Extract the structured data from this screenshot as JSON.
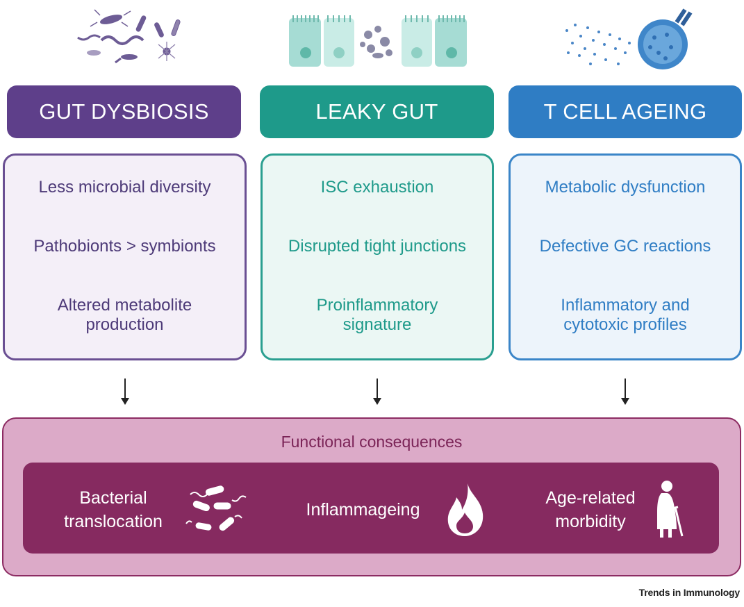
{
  "columns": [
    {
      "title": "GUT DYSBIOSIS",
      "items": [
        "Less microbial diversity",
        "Pathobionts > symbionts",
        "Altered metabolite production"
      ]
    },
    {
      "title": "LEAKY GUT",
      "items": [
        "ISC exhaustion",
        "Disrupted tight junctions",
        "Proinflammatory signature"
      ]
    },
    {
      "title": "T CELL AGEING",
      "items": [
        "Metabolic dysfunction",
        "Defective GC reactions",
        "Inflammatory and cytotoxic profiles"
      ]
    }
  ],
  "consequences": {
    "title": "Functional consequences",
    "items": [
      {
        "label": "Bacterial translocation",
        "icon": "bacteria-icon"
      },
      {
        "label": "Inflammageing",
        "icon": "flame-icon"
      },
      {
        "label": "Age-related morbidity",
        "icon": "elderly-person-icon"
      }
    ]
  },
  "colors": {
    "dysbiosis": "#5e3f8a",
    "leaky_gut": "#1e9a8a",
    "t_cell": "#2f7dc4",
    "consequence_dark": "#862a60",
    "consequence_light": "#dcaac8"
  },
  "credit": "Trends in Immunology"
}
